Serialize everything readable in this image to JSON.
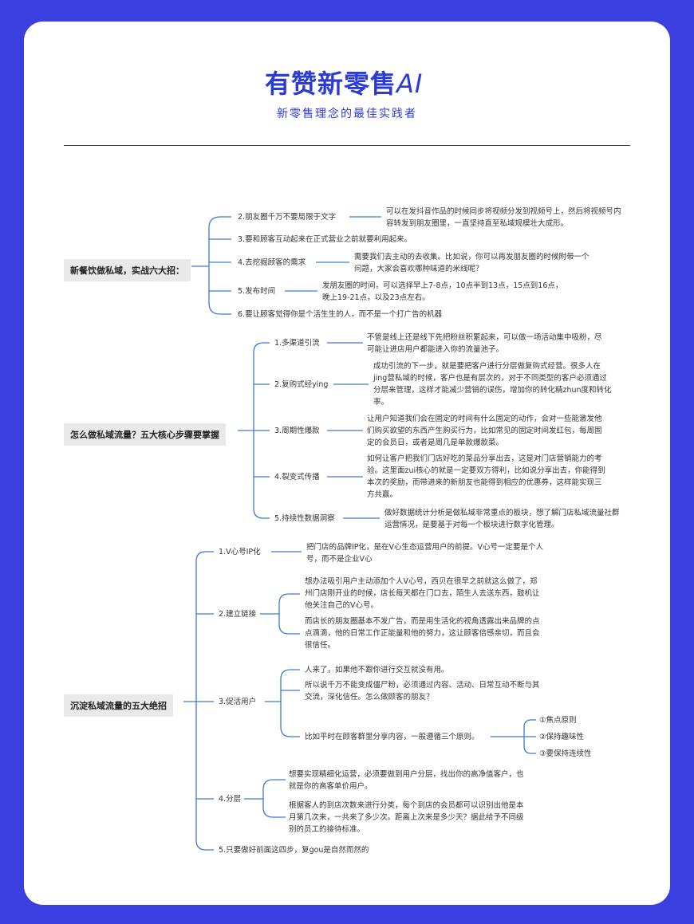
{
  "header": {
    "logo_text": "有赞新零售",
    "logo_ai": "AI",
    "slogan": "新零售理念的最佳实践者"
  },
  "s1": {
    "root": "新餐饮做私域，实战六大招：",
    "b1": "2.朋友圈千万不要局限于文字",
    "b1d": [
      "可以在发抖音作品的时候同步将视频分发到视频号上，然后将视频号内",
      "容转发到朋友圈里，一直坚持直至私域规模壮大成形。"
    ],
    "b2": "3.要和顾客互动起来在正式营业之前就要利用起来。",
    "b3": "4.去挖掘顾客的需求",
    "b3d": [
      "需要我们去主动的去收集。比如说，你可以再发朋友圈的时候附带一个",
      "问题，大家会喜欢哪种味道的米线呢？"
    ],
    "b4": "5.发布时间",
    "b4d": [
      "发朋友圈的时间，可以选择早上7-8点，10点半到13点，15点到16点，",
      "晚上19-21点，以及23点左右。"
    ],
    "b5": "6.要让顾客觉得你是个活生生的人，而不是一个打广告的机器"
  },
  "s2": {
    "root": "怎么做私域流量？五大核心步骤要掌握",
    "b1": "1.多渠道引流",
    "b1d": [
      "不管是线上还是线下先把粉丝积累起来，可以做一场活动集中吸粉，尽",
      "可能让进店用户都能进入你的流量池子。"
    ],
    "b2": "2.复购式经ying",
    "b2d": [
      "成功引流的下一步，就是要把客户进行分层做复购式经营。很多人在",
      "jing营私域的时候，客户也是有层次的，对于不同类型的客户必须通过",
      "分层来管理，这样才能减少营销的误伤，增加你的转化精zhun度和转化",
      "率。"
    ],
    "b3": "3.周期性爆款",
    "b3d": [
      "让用户知道我们会在固定的时间有什么固定的动作，会对一些能激发他",
      "们购买欲望的东西产生购买行为，比如常见的固定时间发红包，每周固",
      "定的会员日，或者是周几是单款爆款菜。"
    ],
    "b4": "4.裂变式传播",
    "b4d": [
      "如何让客户把我们门店好吃的菜品分享出去，这是对门店营销能力的考",
      "验。这里面zui核心的就是一定要双方得利，比如说分享出去，你能得到",
      "本次的奖励，而带进来的新朋友也能得到相应的优惠券，这样能实现三",
      "方共赢。"
    ],
    "b5": "5.持续性数据洞察",
    "b5d": [
      "做好数据统计分析是做私域非常重点的板块，想了解门店私域流量社群",
      "运营情况，是要基于对每一个板块进行数字化管理。"
    ]
  },
  "s3": {
    "root": "沉淀私域流量的五大绝招",
    "b1": "1.V心号IP化",
    "b1d": [
      "把门店的品牌IP化，是在V心生态运营用户的前提。V心号一定要是个人",
      "号，而不是企业V心"
    ],
    "b2": "2.建立链接",
    "b2d1": [
      "想办法吸引用户主动添加个人V心号，西贝在很早之前就这么做了，郑",
      "州门店刚开业的时候，店长每天都在门口去，陌生人去送东西，鼓机让",
      "他关注自己的V心号。"
    ],
    "b2d2": [
      "而店长的朋友圈基本不发广告，而是用生活化的视角透露出来品牌的点",
      "点滴滴，他的日常工作正能量和他的努力，这让顾客倍感亲切，而且会",
      "很信任。"
    ],
    "b3": "3.促活用户",
    "b3d1": "人来了，如果他不跟你进行交互就没有用。",
    "b3d2": [
      "所以说千万不能变成僵尸粉，必须通过内容、活动、日常互动不断与其",
      "交流，深化信任。怎么做顾客的朋友？"
    ],
    "b3d3": "比如平时在顾客群里分享内容，一般遵循三个原则。",
    "principles": [
      "①焦点原则",
      "②保持趣味性",
      "③要保持连续性"
    ],
    "b4": "4.分层",
    "b4d1": [
      "想要实现精细化运营，必须要做到用户分层，找出你的高净值客户，也",
      "就是你的高客单价用户。"
    ],
    "b4d2": [
      "根据客人的到店次数来进行分类，每个到店的会员都可以识别出他是本",
      "月第几次来，一共来了多少次。距离上次来是多少天？据此给予不同级",
      "别的员工的接待标准。"
    ],
    "b5": "5.只要做好前面这四步，复gou是自然而然的"
  }
}
